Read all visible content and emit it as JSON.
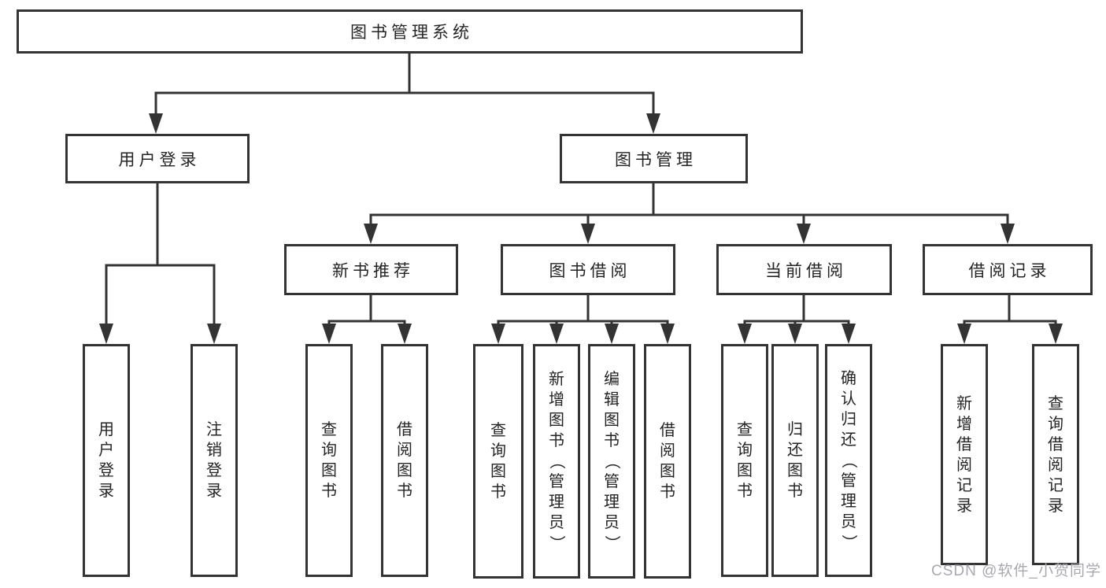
{
  "nodes": {
    "root": "图书管理系统",
    "user_login": "用户登录",
    "book_management": "图书管理",
    "new_book_recommend": "新书推荐",
    "book_borrow": "图书借阅",
    "current_borrow": "当前借阅",
    "borrow_record": "借阅记录",
    "leaf_user_login": "用户登录",
    "leaf_logout": "注销登录",
    "leaf_nb_query_book": "查询图书",
    "leaf_nb_borrow_book": "借阅图书",
    "leaf_bb_query_book": "查询图书",
    "leaf_bb_add_book": "新增图书（管理员）",
    "leaf_bb_edit_book": "编辑图书（管理员）",
    "leaf_bb_borrow_book": "借阅图书",
    "leaf_cb_query_book": "查询图书",
    "leaf_cb_return_book": "归还图书",
    "leaf_cb_confirm_return": "确认归还（管理员）",
    "leaf_br_add_record": "新增借阅记录",
    "leaf_br_query_record": "查询借阅记录"
  },
  "watermark": "CSDN @软件_小贺同学",
  "colors": {
    "line": "#333333",
    "text": "#242424",
    "watermark": "#a8a8b0",
    "background": "#ffffff"
  }
}
